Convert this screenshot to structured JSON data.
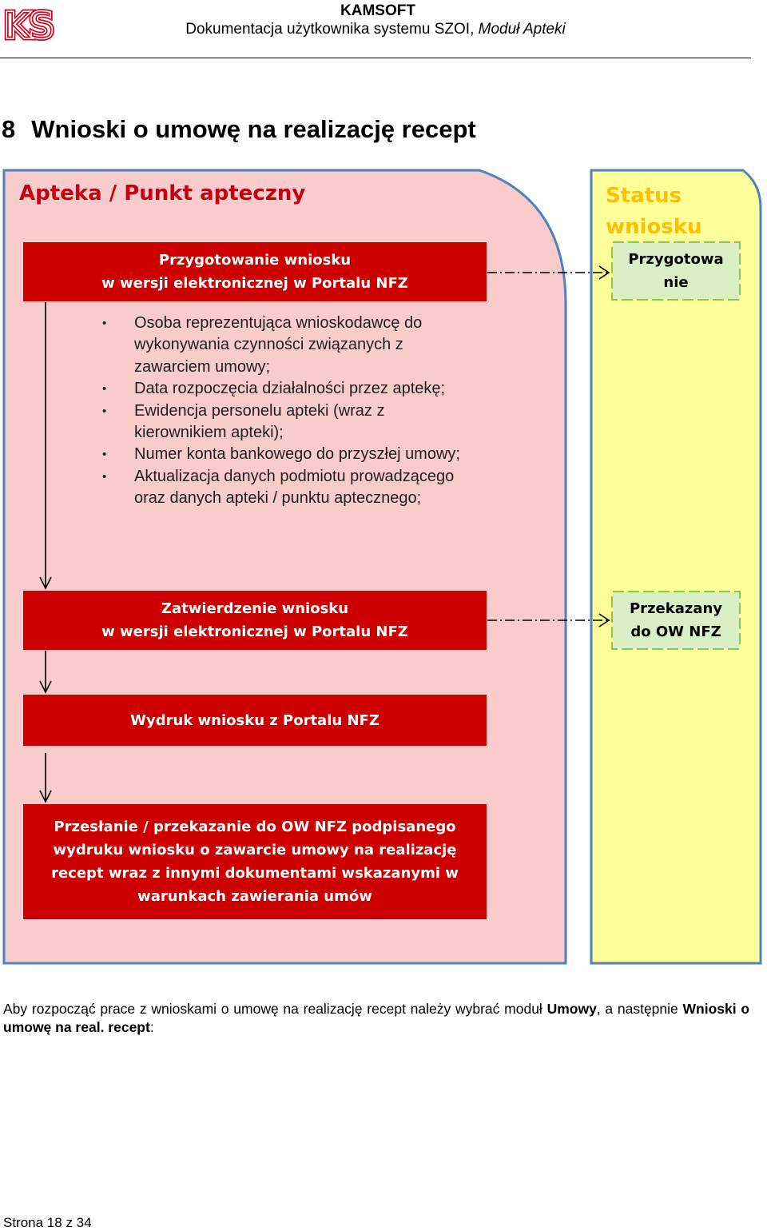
{
  "header": {
    "company": "KAMSOFT",
    "doc_title": "Dokumentacja użytkownika systemu SZOI, ",
    "doc_title_module": "Moduł Apteki",
    "logo_text": "KS"
  },
  "section": {
    "number": "8",
    "title": "Wnioski o umowę na realizację recept"
  },
  "diagram": {
    "left_panel_title": "Apteka / Punkt apteczny",
    "right_panel_title_line1": "Status",
    "right_panel_title_line2": "wniosku",
    "steps": [
      {
        "line1": "Przygotowanie wniosku",
        "line2": "w wersji elektronicznej w Portalu NFZ"
      },
      {
        "line1": "Zatwierdzenie wniosku",
        "line2": "w wersji elektronicznej w Portalu NFZ"
      },
      {
        "line1": "Wydruk wniosku z Portalu NFZ"
      },
      {
        "line1": "Przesłanie / przekazanie do OW NFZ podpisanego",
        "line2": "wydruku wniosku o zawarcie umowy na realizację",
        "line3": "recept wraz z innymi dokumentami wskazanymi w",
        "line4": "warunkach zawierania umów"
      }
    ],
    "statuses": [
      {
        "line1": "Przygotowa",
        "line2": "nie"
      },
      {
        "line1": "Przekazany",
        "line2": "do OW NFZ"
      }
    ],
    "bullets": [
      {
        "line1": "Osoba reprezentująca wnioskodawcę do",
        "line2": "wykonywania czynności związanych z",
        "line3": "zawarciem umowy;"
      },
      {
        "line1": "Data rozpoczęcia działalności przez aptekę;"
      },
      {
        "line1": "Ewidencja personelu apteki (wraz z",
        "line2": "kierownikiem apteki);"
      },
      {
        "line1": "Numer konta bankowego do przyszłej umowy;"
      },
      {
        "line1": "Aktualizacja danych podmiotu prowadzącego",
        "line2": "oraz danych apteki / punktu aptecznego;"
      }
    ],
    "colors": {
      "left_panel_fill": "#f9cccc",
      "right_panel_fill": "#ffff99",
      "panel_border": "#4f81bd",
      "step_fill": "#cc0000",
      "status_fill": "#d9f0c6",
      "status_border": "#8cc84b",
      "left_title": "#c50010",
      "right_title": "#ffc000"
    }
  },
  "paragraph": {
    "part1": "Aby rozpocząć prace z wnioskami o umowę na realizację recept należy wybrać moduł ",
    "bold1": "Umowy",
    "part2": ", a następnie ",
    "bold2": "Wnioski o umowę na real. recept",
    "part3": ":"
  },
  "footer": {
    "page": "Strona 18 z 34"
  }
}
